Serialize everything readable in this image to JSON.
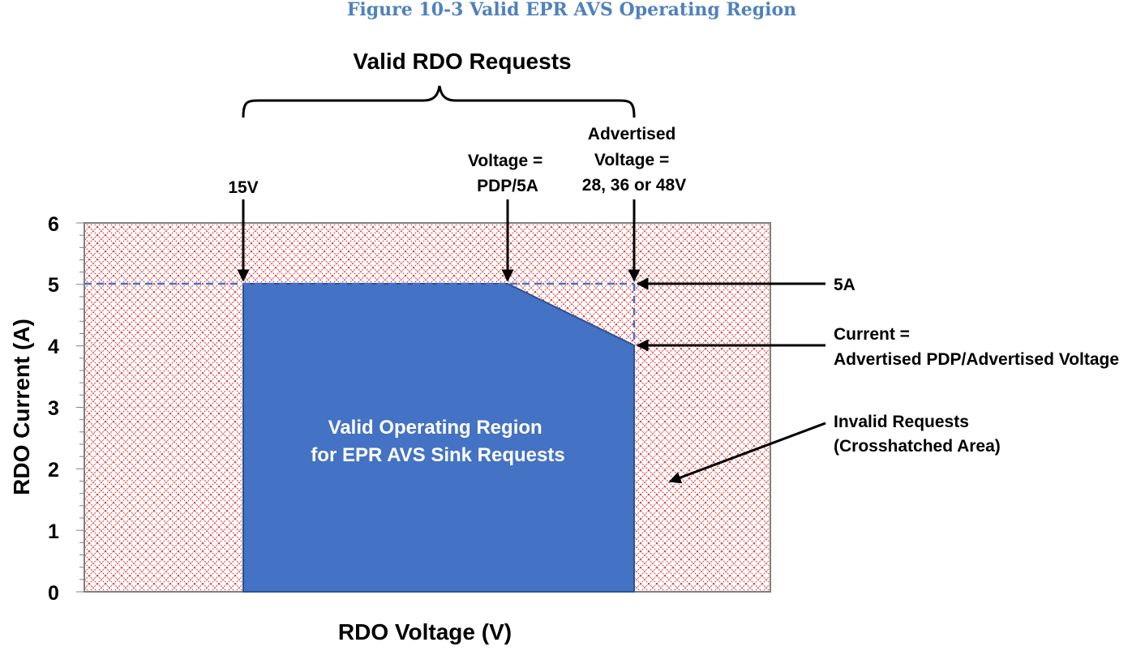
{
  "caption": "Figure 10-3 Valid EPR AVS Operating Region",
  "bracket_label": "Valid RDO Requests",
  "axes": {
    "y_label": "RDO Current (A)",
    "x_label": "RDO Voltage (V)",
    "y_ticks": [
      "0",
      "1",
      "2",
      "3",
      "4",
      "5",
      "6"
    ]
  },
  "region_label": [
    "Valid Operating Region",
    "for EPR AVS Sink Requests"
  ],
  "annotations": {
    "v15": "15V",
    "pdp_voltage": [
      "Voltage =",
      "PDP/5A"
    ],
    "advertised_voltage": [
      "Advertised",
      "Voltage =",
      "28, 36 or 48V"
    ],
    "amps5": "5A",
    "current_eq": [
      "Current =",
      "Advertised PDP/Advertised Voltage"
    ],
    "invalid": [
      "Invalid Requests",
      "(Crosshatched Area)"
    ]
  },
  "colors": {
    "valid_region": "#4472c4",
    "crosshatch": "#e33b3b",
    "dashed_guide": "#4472c4",
    "caption": "#4f81bd"
  }
}
